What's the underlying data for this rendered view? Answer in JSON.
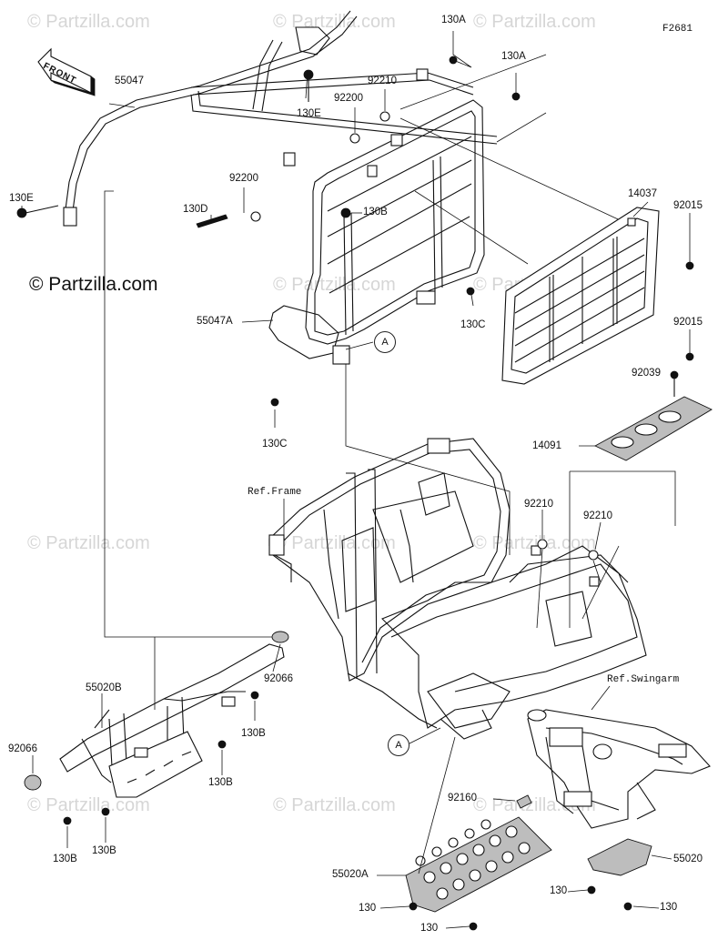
{
  "figure_code": "F2681",
  "copyright": "© Partzilla.com",
  "watermark": "© Partzilla.com",
  "front_label": "FRONT",
  "ref_labels": {
    "frame": "Ref.Frame",
    "swingarm": "Ref.Swingarm"
  },
  "callout_marker": "A",
  "parts": {
    "p55047": "55047",
    "p55047a": "55047A",
    "p130a_1": "130A",
    "p130a_2": "130A",
    "p92210_top": "92210",
    "p92200_1": "92200",
    "p92200_2": "92200",
    "p130e_1": "130E",
    "p130e_2": "130E",
    "p130d": "130D",
    "p130b_top": "130B",
    "p130c_1": "130C",
    "p130c_2": "130C",
    "p14037": "14037",
    "p92015_1": "92015",
    "p92015_2": "92015",
    "p92039": "92039",
    "p14091": "14091",
    "p92210_mid1": "92210",
    "p92210_mid2": "92210",
    "p92066_1": "92066",
    "p92066_2": "92066",
    "p55020b": "55020B",
    "p130b_1": "130B",
    "p130b_2": "130B",
    "p130b_3": "130B",
    "p130b_4": "130B",
    "p92160": "92160",
    "p55020a": "55020A",
    "p55020": "55020",
    "p130_1": "130",
    "p130_2": "130",
    "p130_3": "130",
    "p130_4": "130"
  }
}
